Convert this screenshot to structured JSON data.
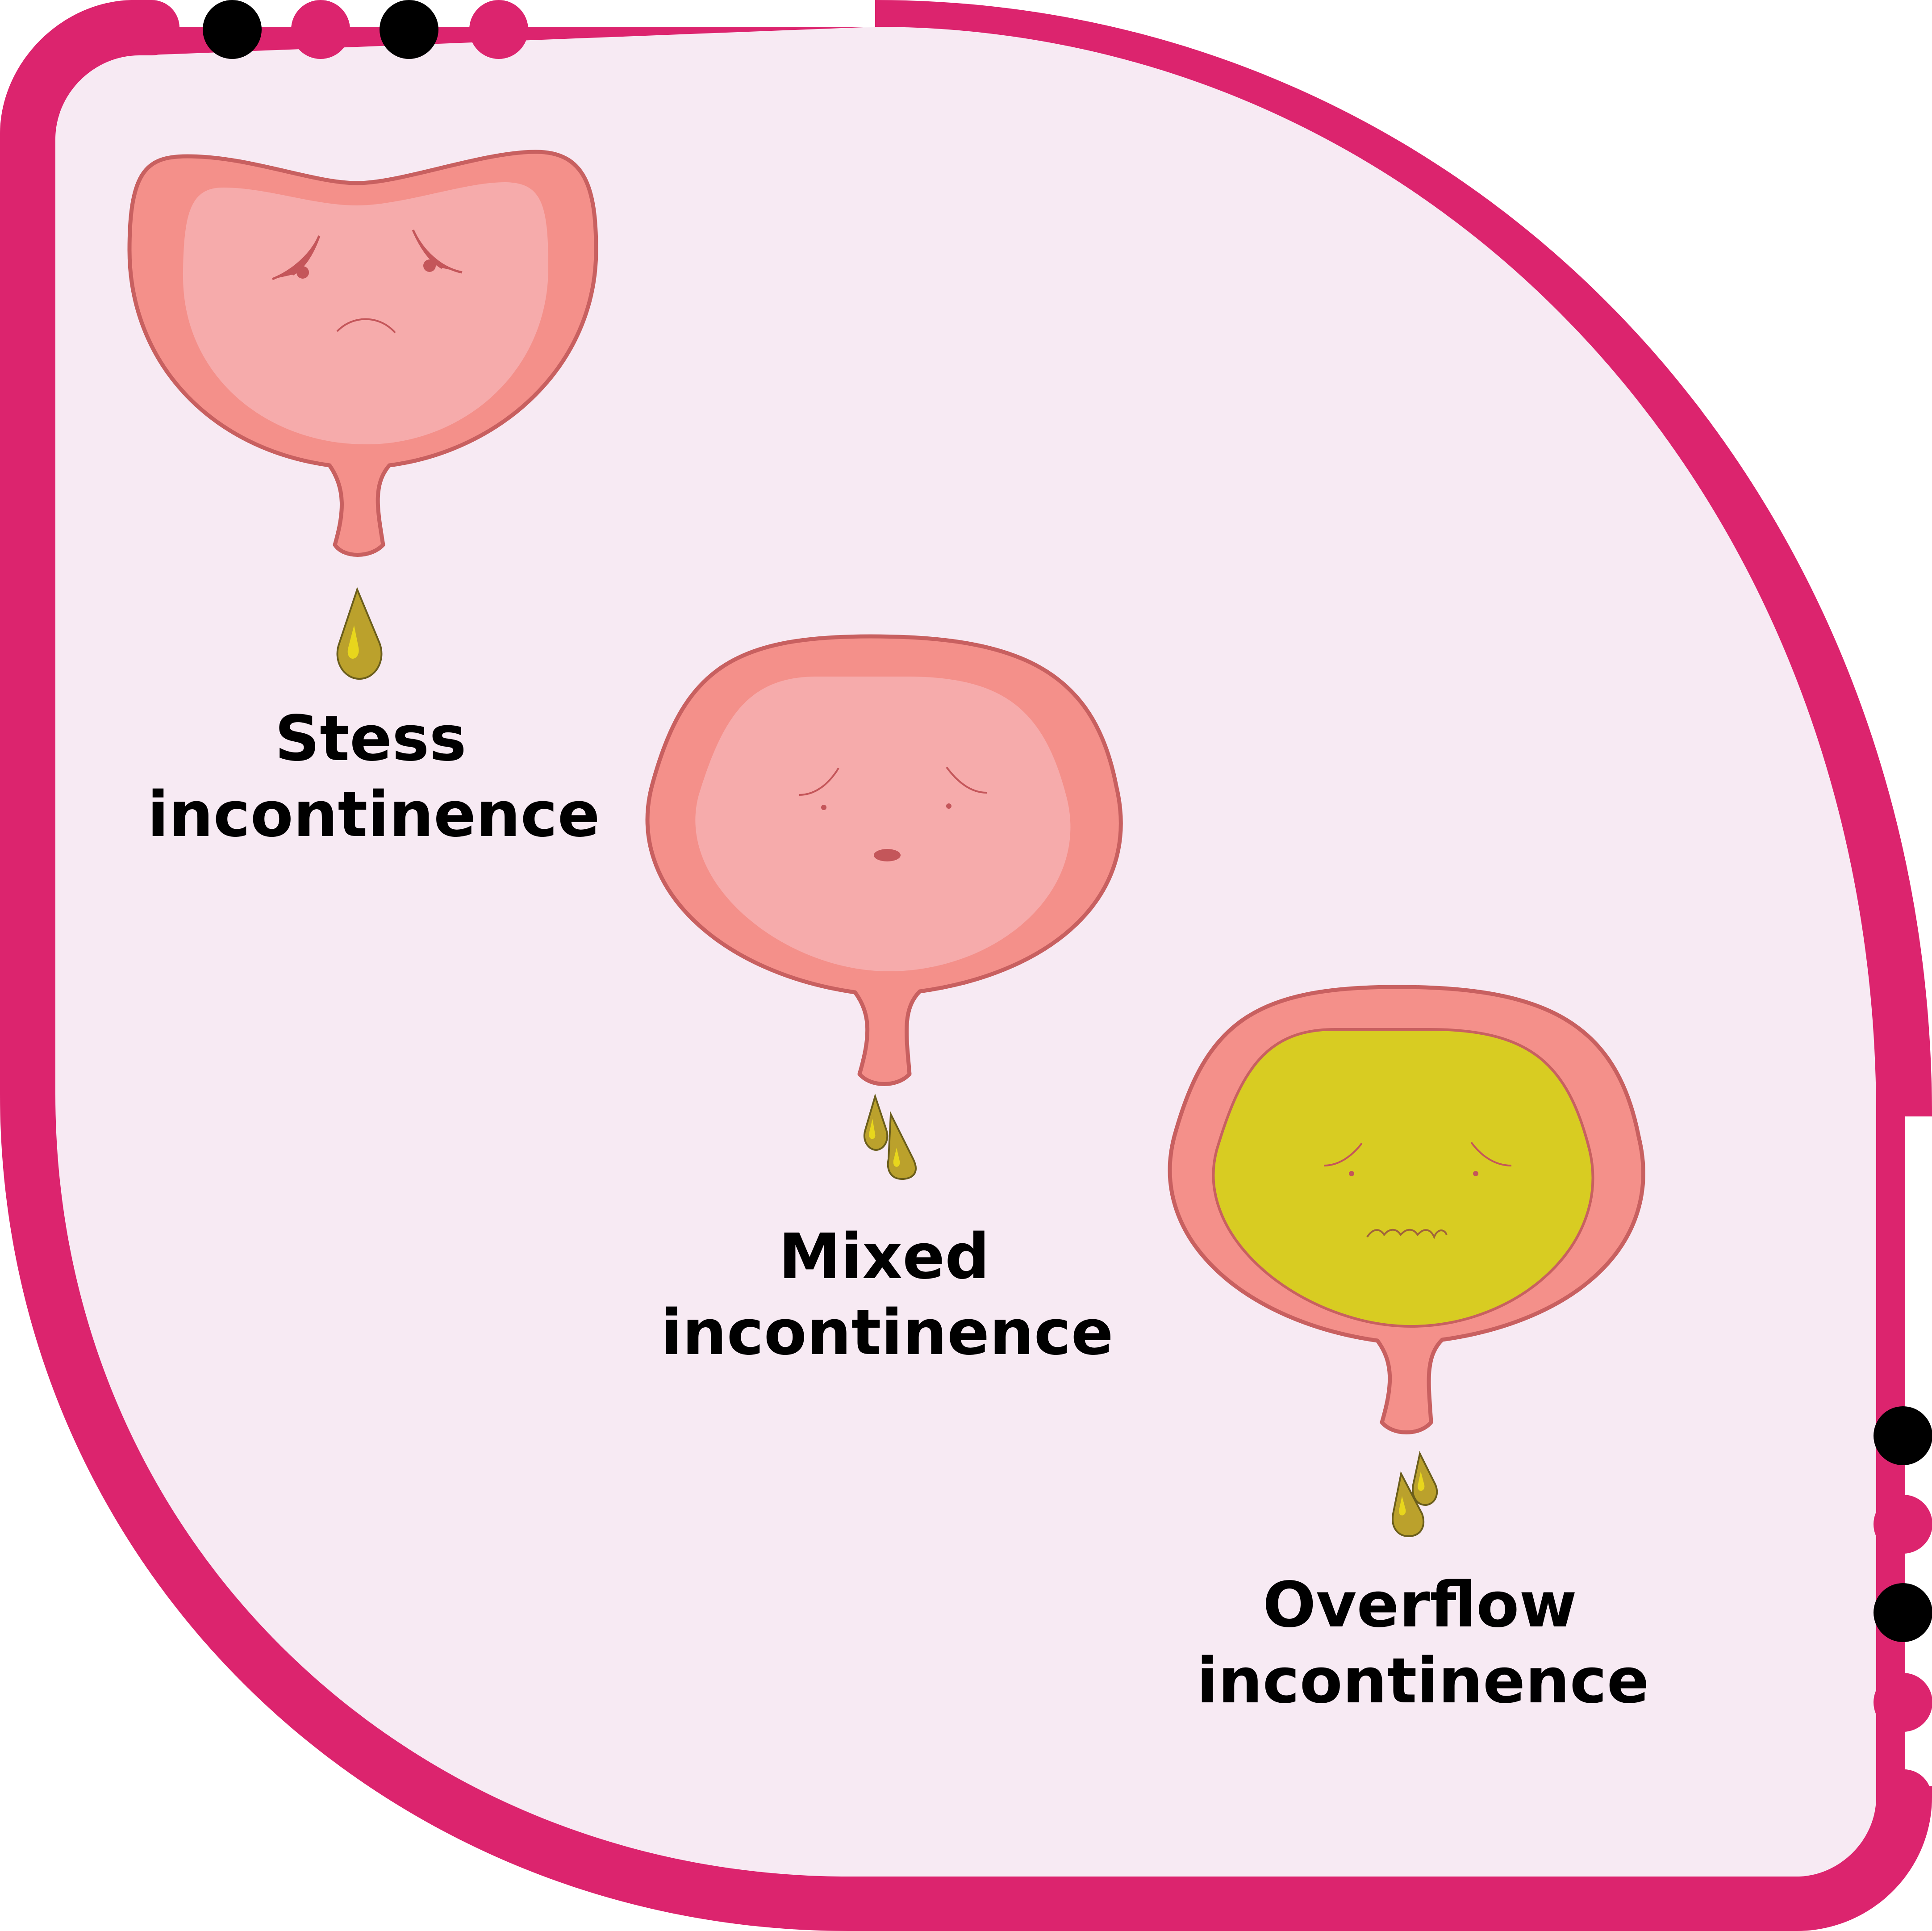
{
  "colors": {
    "frame": "#dc246e",
    "panel": "#f7eaf3",
    "dot_dark": "#000000",
    "dot_pink": "#dc246e",
    "bladder_wall": "#f4908a",
    "bladder_inner": "#f6abab",
    "bladder_outline": "#c86060",
    "urine_fill": "#d8cc22",
    "drop_fill": "#bba12c",
    "drop_highlight": "#e8d61c",
    "face_line": "#c4565a"
  },
  "panels": [
    {
      "id": "stress",
      "label_line1": "Stess",
      "label_line2": "incontinence",
      "fill": "normal",
      "drops": 1
    },
    {
      "id": "mixed",
      "label_line1": "Mixed",
      "label_line2": "incontinence",
      "fill": "normal",
      "drops": 2
    },
    {
      "id": "overflow",
      "label_line1": "Overflow",
      "label_line2": "incontinence",
      "fill": "urine",
      "drops": 2
    }
  ],
  "decor": {
    "top_dots": [
      "dark",
      "pink",
      "dark",
      "pink"
    ],
    "right_dots": [
      "dark",
      "pink",
      "dark",
      "pink"
    ]
  }
}
